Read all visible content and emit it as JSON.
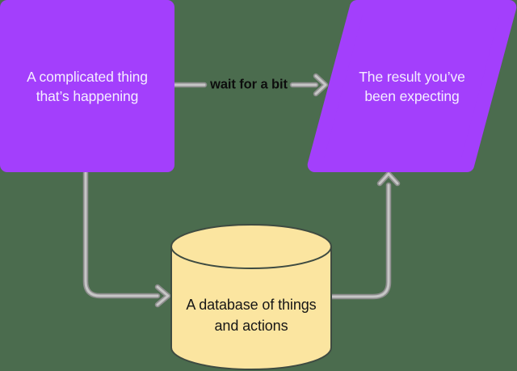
{
  "diagram": {
    "background_color": "#4b6c4e",
    "nodes": {
      "process": {
        "lines": [
          "A complicated thing",
          "that’s happening"
        ],
        "fill": "#a33ffc",
        "text_color": "#f5eeff"
      },
      "result": {
        "lines": [
          "The result you’ve",
          "been expecting"
        ],
        "fill": "#a33ffc",
        "text_color": "#f5eeff"
      },
      "database": {
        "lines": [
          "A database of things",
          "and actions"
        ],
        "fill": "#fbe5a0",
        "stroke": "#3e4b41",
        "text_color": "#161616"
      }
    },
    "edges": {
      "wait": {
        "label": "wait for a bit",
        "label_color": "#0d0d0d"
      },
      "stroke_outer": "#8e8e8e",
      "stroke_inner": "#c6c6c6"
    }
  }
}
